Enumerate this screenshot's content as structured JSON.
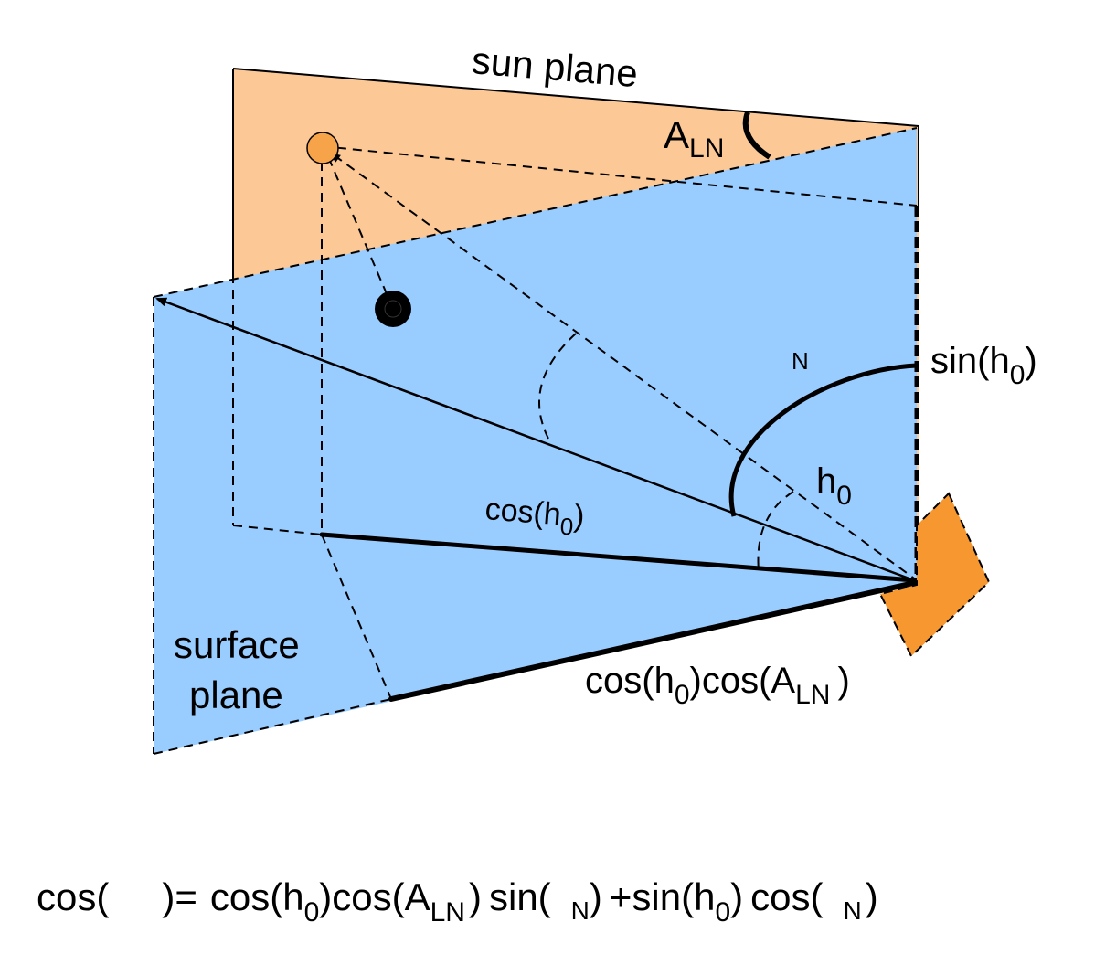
{
  "colors": {
    "sun_plane": "#FBC896",
    "surface_plane": "#99CCFF",
    "sun_dot": "#F7A34A",
    "tilted_surface": "#F7972F",
    "line": "#000000"
  },
  "labels": {
    "sun_plane": "sun plane",
    "surface_plane_line1": "surface",
    "surface_plane_line2": "plane",
    "a_ln_base": "A",
    "a_ln_sub": "LN",
    "sigma_n_sub": "N",
    "sin_h0_left": "sin(h",
    "sin_h0_sub": "0",
    "sin_h0_right": ")",
    "h0_base": "h",
    "h0_sub": "0",
    "cos_h0_left": "cos(h",
    "cos_h0_sub": "0",
    "cos_h0_right": ")",
    "cc_part1": "cos(h",
    "cc_sub1": "0",
    "cc_part2": ")cos(A",
    "cc_sub2": "LN",
    "cc_part3": ")"
  },
  "formula": {
    "lhs_open": "cos(",
    "lhs_close": ")=",
    "t1": "cos(h",
    "t1_sub": "0",
    "t2": ")cos(A",
    "t2_sub": "LN",
    "t3": ")",
    "t4": "sin(",
    "t4_sub": "N",
    "t5": ")",
    "t6": "+sin(h",
    "t6_sub": "0",
    "t7": ")",
    "t8": "cos(",
    "t8_sub": "N",
    "t9": ")"
  }
}
